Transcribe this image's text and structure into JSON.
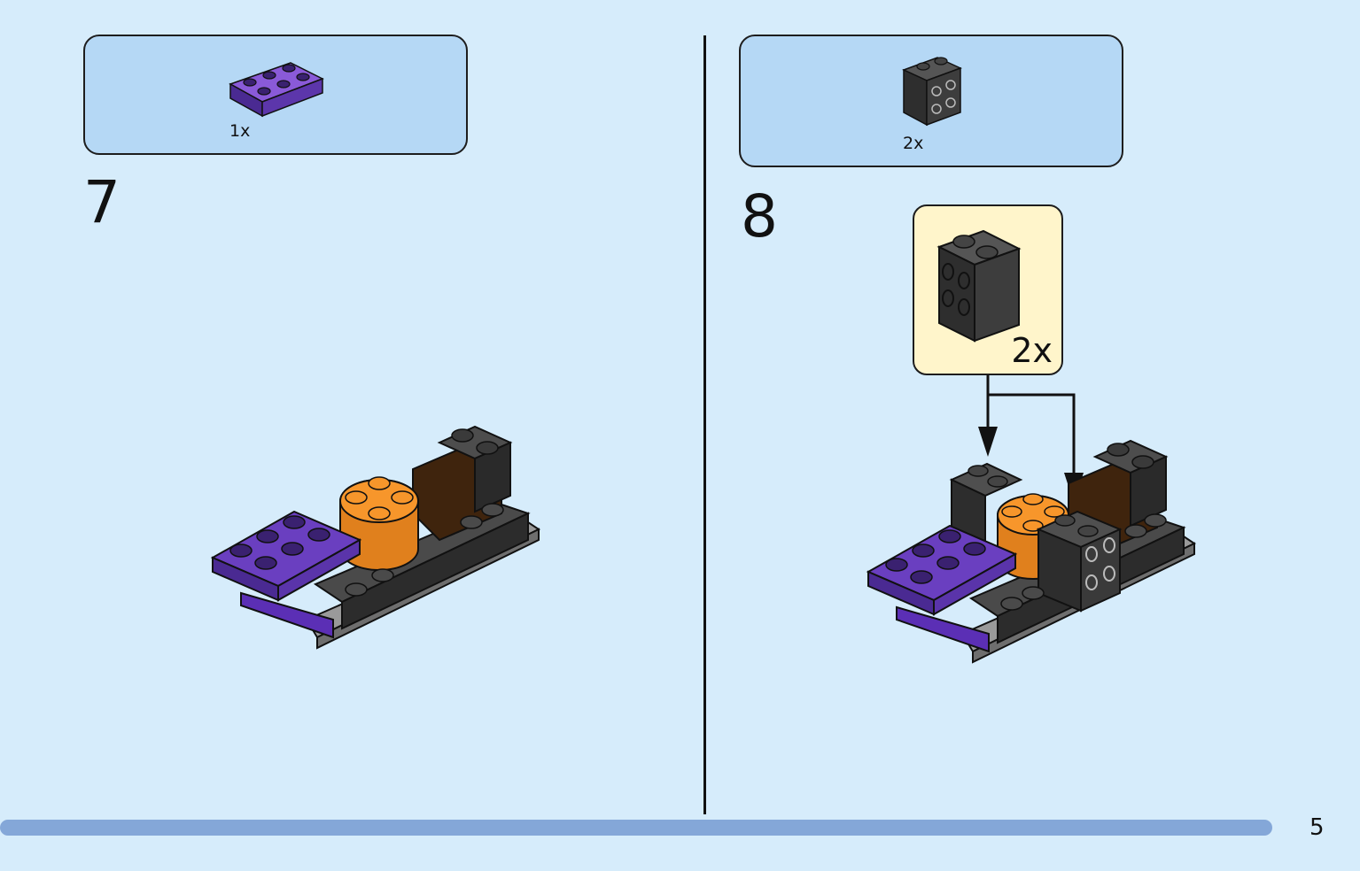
{
  "step7": {
    "number": "7",
    "part_qty": "1x"
  },
  "step8": {
    "number": "8",
    "part_qty": "2x",
    "callout_qty": "2x"
  },
  "footer": {
    "page_number": "5"
  },
  "colors": {
    "background": "#d6ecfb",
    "parts_box": "#b5d8f5",
    "callout": "#fff5cb",
    "purple": "#6a3fc0",
    "dark_gray": "#3a3a3a",
    "orange": "#f7962b",
    "brown": "#3f240d",
    "progress": "#84a7d8"
  }
}
